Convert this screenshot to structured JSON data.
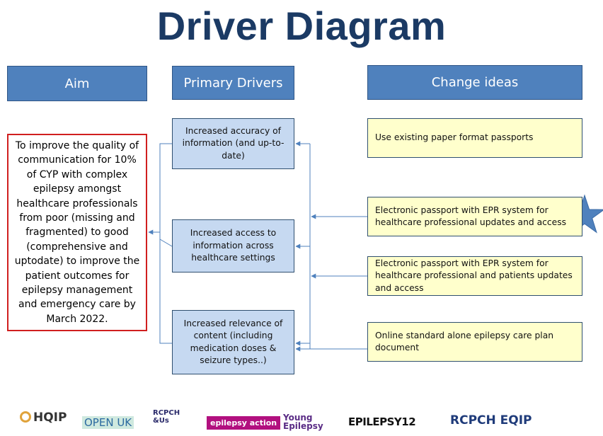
{
  "title": "Driver Diagram",
  "headers": {
    "aim": "Aim",
    "primary_drivers": "Primary Drivers",
    "change_ideas": "Change ideas"
  },
  "aim_text": "To improve the quality of communication for 10% of CYP with complex epilepsy amongst healthcare professionals from poor (missing and fragmented) to good (comprehensive and uptodate) to improve the patient outcomes for epilepsy management and emergency care by March 2022.",
  "primary_drivers": [
    "Increased accuracy of information (and up-to-date)",
    "Increased access to information across healthcare settings",
    "Increased relevance of content (including medication doses & seizure types..)"
  ],
  "change_ideas": [
    "Use existing paper format passports",
    "Electronic passport with EPR system for healthcare professional updates and access",
    "Electronic passport with EPR system for healthcare professional and patients updates and access",
    "Online standard alone epilepsy care plan document"
  ],
  "colors": {
    "title": "#1b3a64",
    "header_fill": "#4f81bd",
    "driver_fill": "#c6d9f1",
    "idea_fill": "#ffffcc",
    "aim_border": "#d01f1f",
    "connector": "#4f81bd",
    "star": "#4f81bd"
  },
  "logos": {
    "hqip": "HQIP",
    "openuk": "OPEN UK",
    "rcpchus": "RCPCH &Us",
    "epilepsy_action": "epilepsy action",
    "young_epilepsy": "Young Epilepsy",
    "epilepsy12": "EPILEPSY12",
    "rcpch_eqip": "RCPCH EQIP"
  }
}
